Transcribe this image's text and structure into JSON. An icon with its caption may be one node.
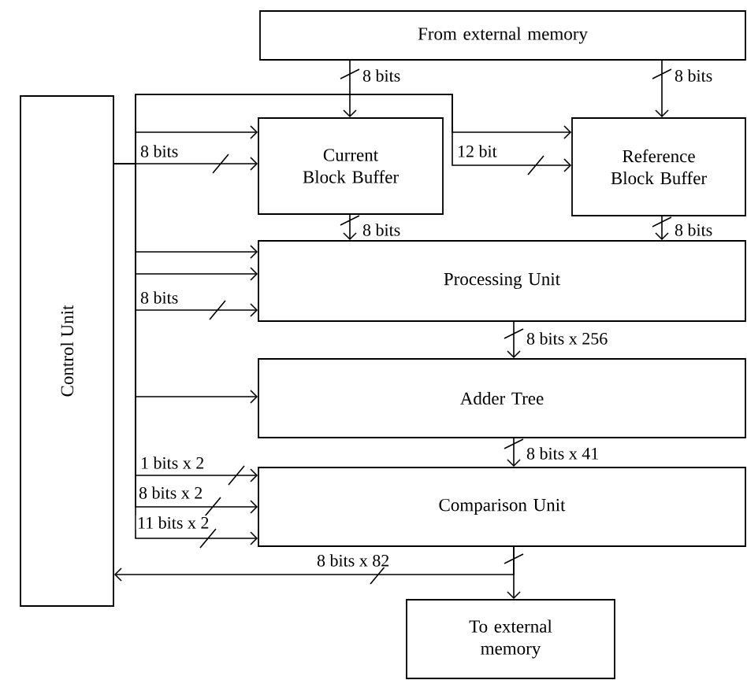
{
  "diagram": {
    "nodes": [
      {
        "text": [
          "From external memory"
        ]
      },
      {
        "text": [
          "Control Unit"
        ]
      },
      {
        "text": [
          "Current Block Buffer"
        ]
      },
      {
        "text": [
          "Reference Block Buffer"
        ]
      },
      {
        "text": [
          "Processing Unit"
        ]
      },
      {
        "text": [
          "Adder Tree"
        ]
      },
      {
        "text": [
          "Comparison Unit"
        ]
      },
      {
        "text": [
          "To external memory"
        ]
      }
    ],
    "edges": [
      {
        "from": 0,
        "to": 2,
        "arrow": "to",
        "label": "8 bits"
      },
      {
        "from": 0,
        "to": 3,
        "arrow": "to",
        "label": "8 bits"
      },
      {
        "from": 1,
        "to": 2,
        "arrow": "to"
      },
      {
        "from": 1,
        "to": 2,
        "arrow": "to",
        "label": "8 bits"
      },
      {
        "from": 1,
        "to": 3,
        "arrow": "to"
      },
      {
        "from": 1,
        "to": 3,
        "arrow": "to",
        "label": "12 bit"
      },
      {
        "from": 2,
        "to": 4,
        "arrow": "to",
        "label": "8 bits"
      },
      {
        "from": 3,
        "to": 4,
        "arrow": "to",
        "label": "8 bits"
      },
      {
        "from": 1,
        "to": 4,
        "arrow": "to"
      },
      {
        "from": 1,
        "to": 4,
        "arrow": "to"
      },
      {
        "from": 1,
        "to": 4,
        "arrow": "to",
        "label": "8 bits"
      },
      {
        "from": 4,
        "to": 5,
        "arrow": "to",
        "label": "8 bits x 256"
      },
      {
        "from": 1,
        "to": 5,
        "arrow": "to"
      },
      {
        "from": 5,
        "to": 6,
        "arrow": "to",
        "label": "8 bits x 41"
      },
      {
        "from": 1,
        "to": 6,
        "arrow": "to",
        "label": "1 bits x 2"
      },
      {
        "from": 1,
        "to": 6,
        "arrow": "to",
        "label": "8 bits x 2"
      },
      {
        "from": 1,
        "to": 6,
        "arrow": "to",
        "label": "11 bits x 2"
      },
      {
        "from": 6,
        "to": 1,
        "arrow": "to",
        "label": "8 bits x 82"
      },
      {
        "from": 6,
        "to": 7,
        "arrow": "to"
      }
    ]
  }
}
